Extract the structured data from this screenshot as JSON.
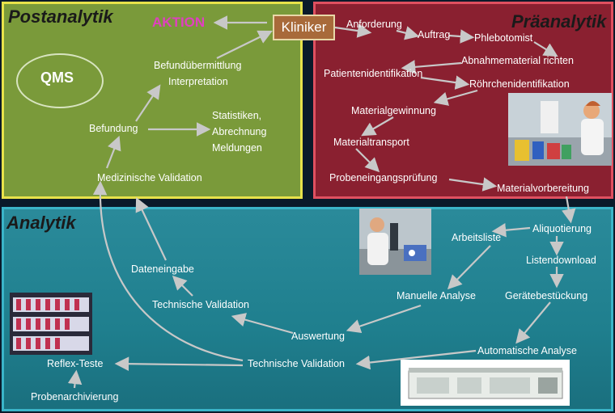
{
  "sections": {
    "postanalytik": "Postanalytik",
    "praeanalytik": "Präanalytik",
    "analytik": "Analytik"
  },
  "nodes": {
    "qms": "QMS",
    "aktion": "AKTION",
    "kliniker": "Kliniker",
    "befunduebermittlung": "Befundübermittlung",
    "interpretation": "Interpretation",
    "befundung": "Befundung",
    "statistiken": "Statistiken,",
    "abrechnung": "Abrechnung",
    "meldungen": "Meldungen",
    "medizinische_validation": "Medizinische Validation",
    "anforderung": "Anforderung",
    "auftrag": "Auftrag",
    "phlebotomist": "Phlebotomist",
    "abnahmematerial": "Abnahmematerial richten",
    "patientenidentifikation": "Patientenidentifikation",
    "roehrchenidentifikation": "Röhrchenidentifikation",
    "materialgewinnung": "Materialgewinnung",
    "materialtransport": "Materialtransport",
    "probeneingang": "Probeneingangsprüfung",
    "materialvorbereitung": "Materialvorbereitung",
    "aliquotierung": "Aliquotierung",
    "arbeitsliste": "Arbeitsliste",
    "listendownload": "Listendownload",
    "dateneingabe": "Dateneingabe",
    "manuelle_analyse": "Manuelle Analyse",
    "geraetebestueckung": "Gerätebestückung",
    "technische_validation_1": "Technische Validation",
    "auswertung": "Auswertung",
    "automatische_analyse": "Automatische Analyse",
    "technische_validation_2": "Technische Validation",
    "reflex_teste": "Reflex-Teste",
    "probenarchivierung": "Probenarchivierung"
  },
  "colors": {
    "post_bg": "#7a9a3a",
    "post_border": "#e8e24a",
    "prae_bg": "#8a2030",
    "prae_border": "#e05060",
    "ana_bg": "#2a8a9a",
    "ana_border": "#3ab4c8",
    "aktion": "#e040c0",
    "kliniker_bg": "#a86a3a",
    "arrow": "#c8c8c8"
  }
}
